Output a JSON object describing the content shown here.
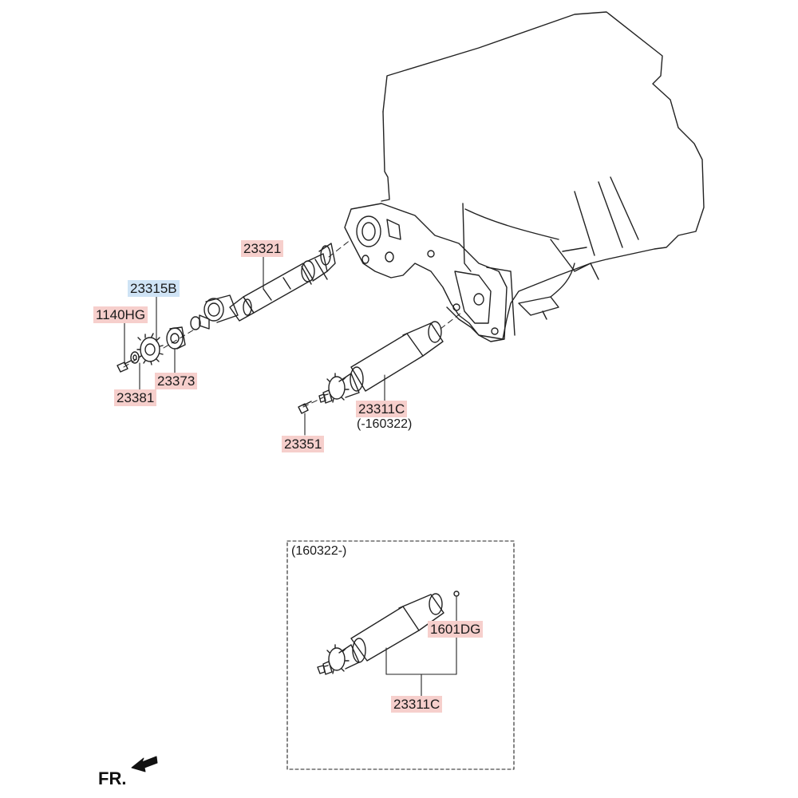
{
  "callouts": {
    "p23321": "23321",
    "p23315b": "23315B",
    "p1140hg": "1140HG",
    "p23373": "23373",
    "p23381": "23381",
    "p23311c_top": "23311C",
    "p23351": "23351",
    "p1601dg": "1601DG",
    "p23311c_bottom": "23311C"
  },
  "notes": {
    "range_until": "(-160322)",
    "range_from": "(160322-)"
  },
  "direction": {
    "label": "FR."
  },
  "colors": {
    "callout_red": "#f6cfcc",
    "callout_blue": "#cfe3f5",
    "line": "#222222"
  }
}
